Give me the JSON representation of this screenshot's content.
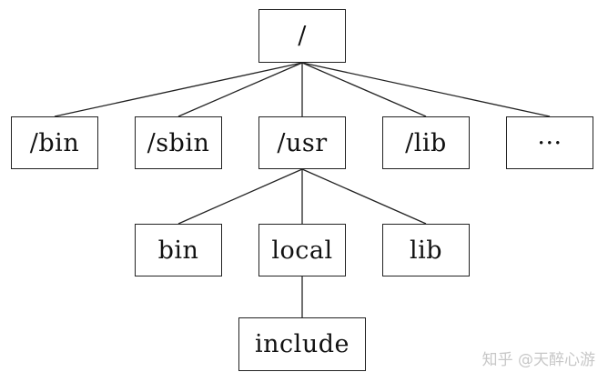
{
  "tree": {
    "root": "/",
    "level1": [
      "/bin",
      "/sbin",
      "/usr",
      "/lib",
      "···"
    ],
    "usr_children": [
      "bin",
      "local",
      "lib"
    ],
    "local_children": [
      "include"
    ]
  },
  "edges": [
    [
      "/",
      "/bin"
    ],
    [
      "/",
      "/sbin"
    ],
    [
      "/",
      "/usr"
    ],
    [
      "/",
      "/lib"
    ],
    [
      "/",
      "···"
    ],
    [
      "/usr",
      "bin"
    ],
    [
      "/usr",
      "local"
    ],
    [
      "/usr",
      "lib"
    ],
    [
      "local",
      "include"
    ]
  ],
  "watermark": "知乎 @天醉心游",
  "colors": {
    "line": "#222222",
    "box_border": "#222222",
    "text": "#111111",
    "watermark": "#c7c7c7"
  }
}
